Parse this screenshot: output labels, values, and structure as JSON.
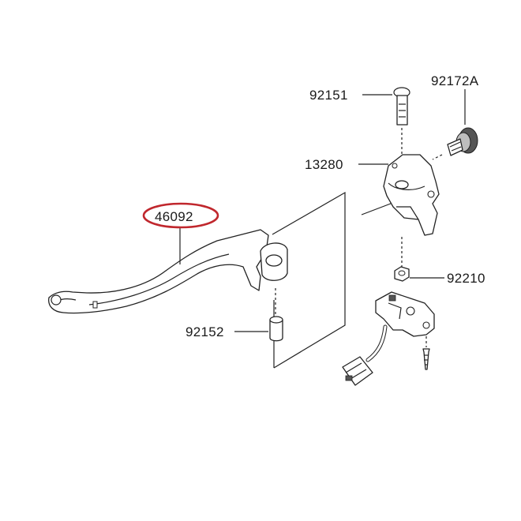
{
  "diagram": {
    "part_numbers": {
      "lever": "46092",
      "bolt": "92151",
      "adjuster": "92172A",
      "bracket": "13280",
      "nut": "92210",
      "collar": "92152"
    },
    "highlight_color": "#c0272d",
    "highlighted_part": "46092"
  }
}
